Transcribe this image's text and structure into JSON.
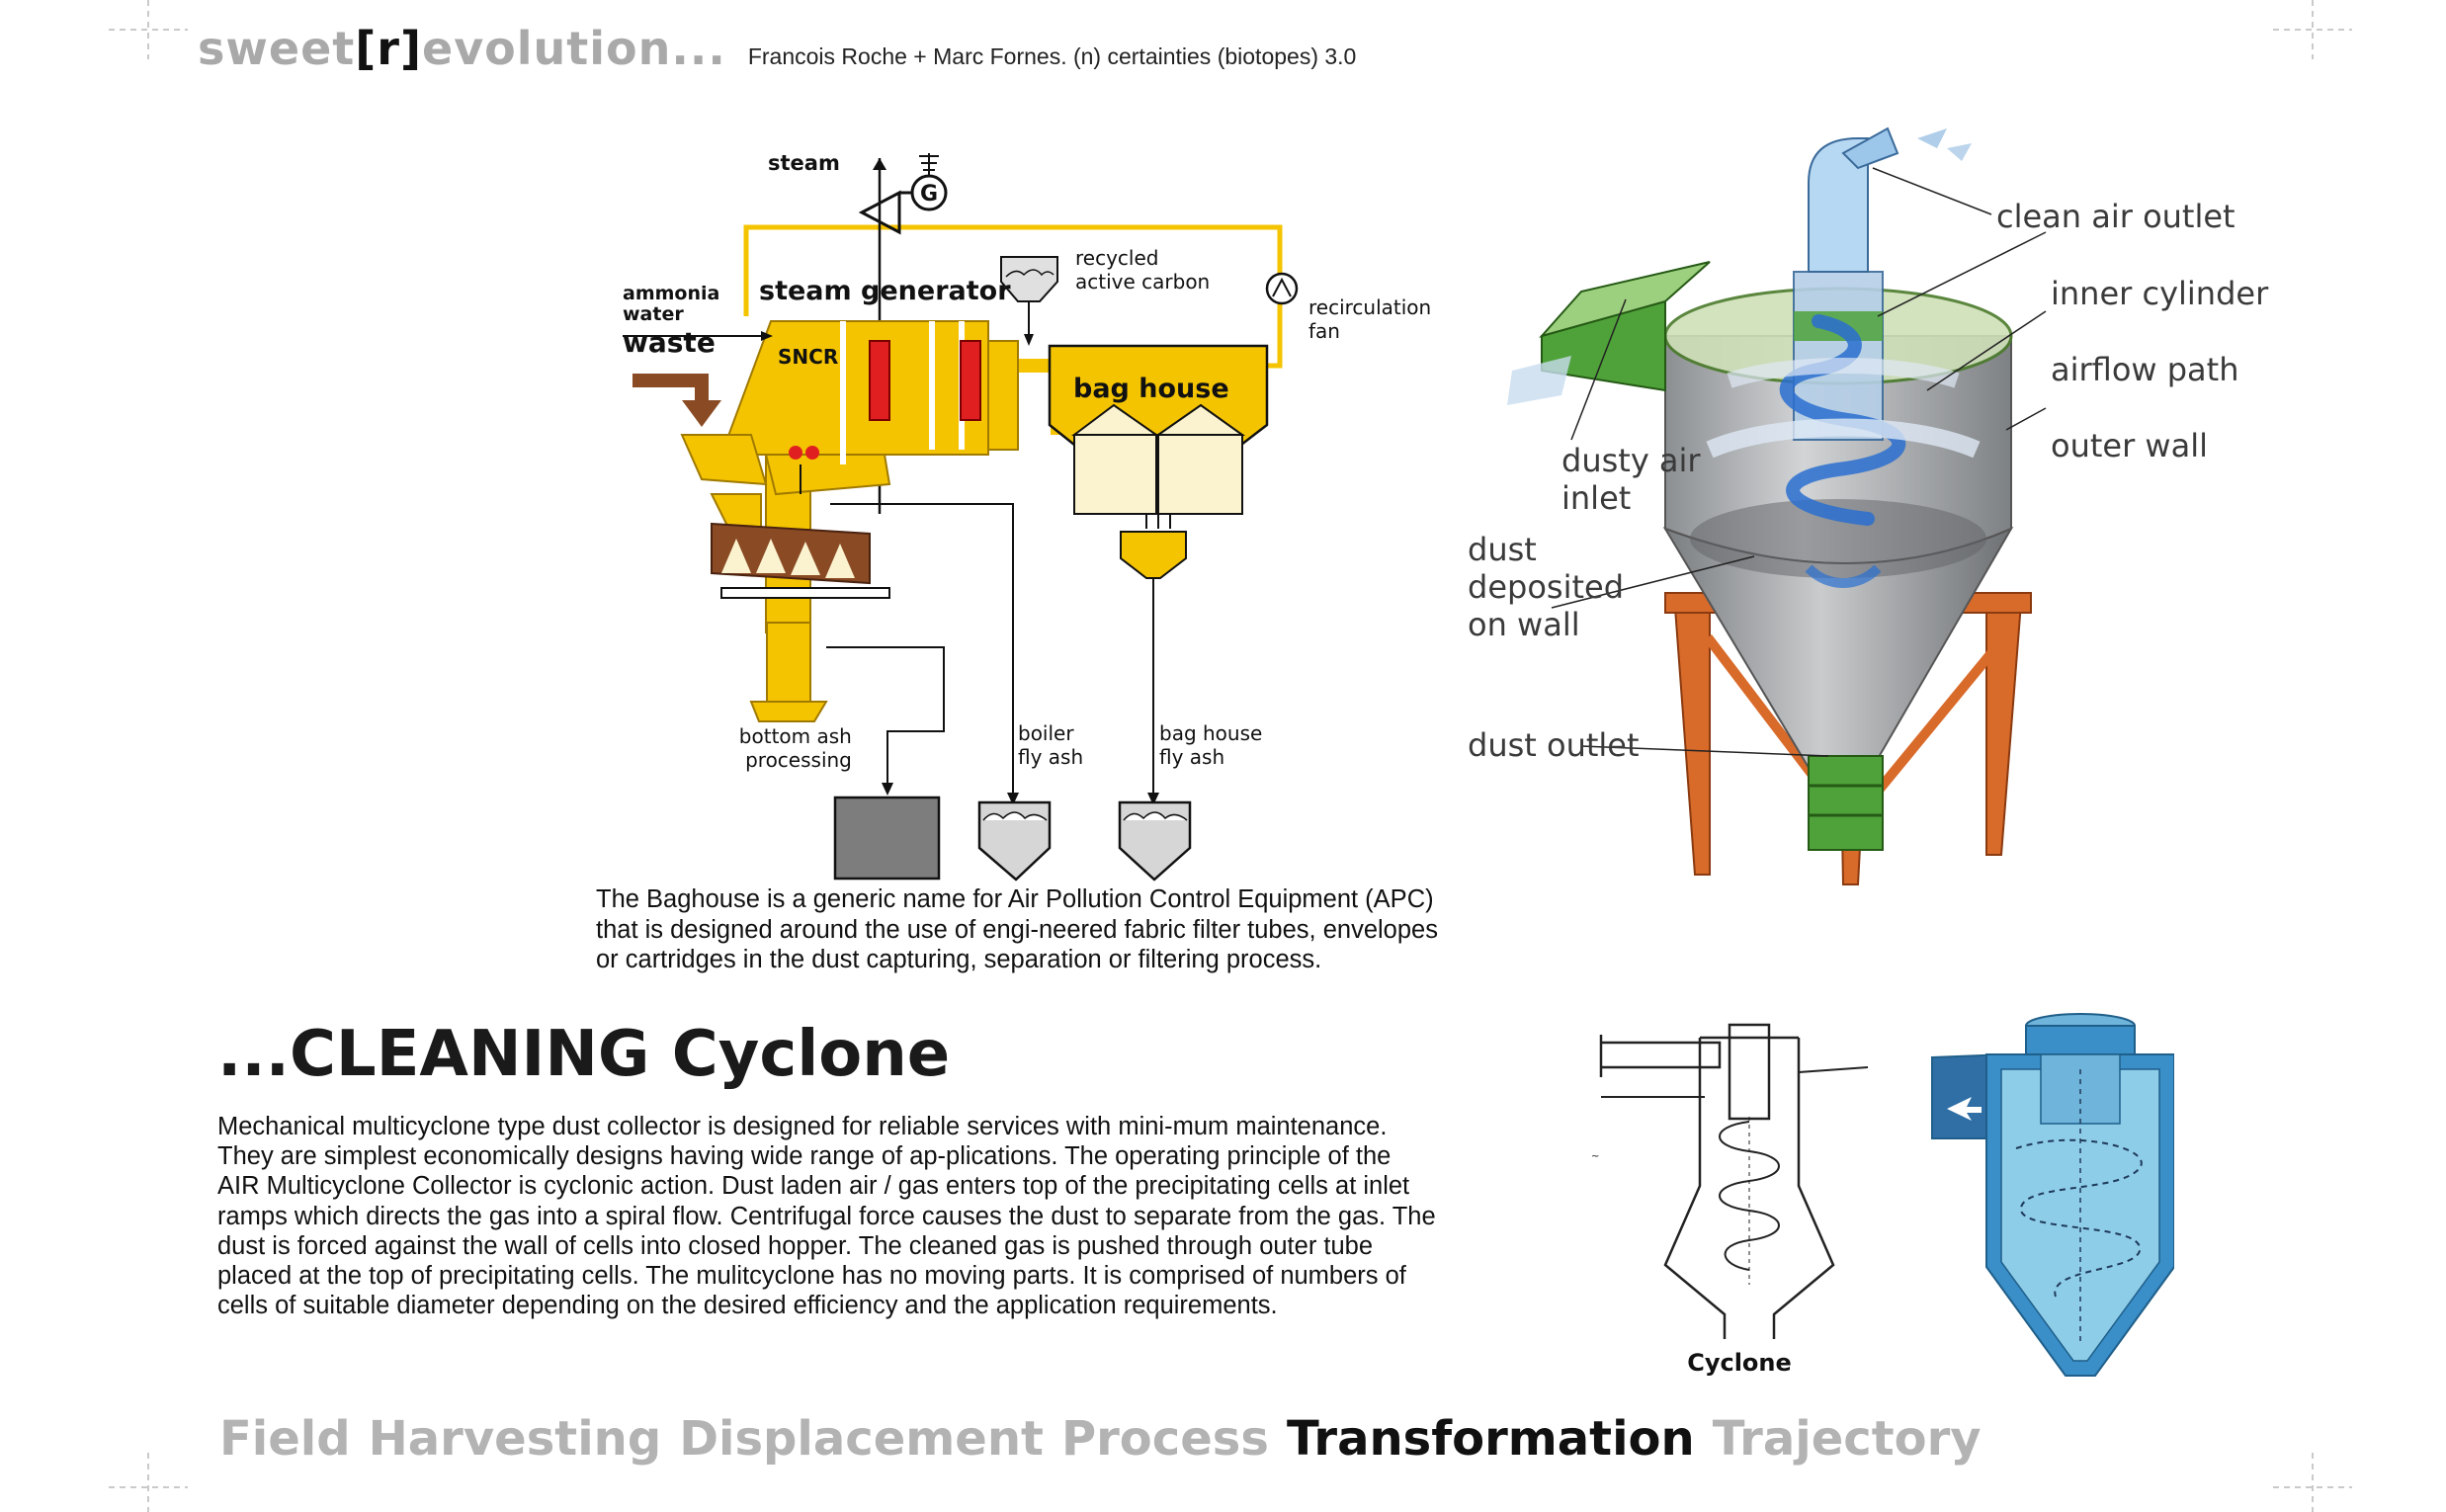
{
  "header": {
    "brand_prefix": "sweet",
    "brand_bracket": "[r]",
    "brand_suffix": "evolution...",
    "subtitle": "Francois Roche + Marc Fornes. (n) certainties (biotopes) 3.0"
  },
  "baghouse_diagram": {
    "labels": {
      "steam": "steam",
      "generator_symbol": "G",
      "recycled_carbon": [
        "recycled",
        "active carbon"
      ],
      "recirculation_fan": [
        "recirculation",
        "fan"
      ],
      "ammonia_water": [
        "ammonia",
        "water"
      ],
      "waste": "waste",
      "steam_generator": "steam generator",
      "sncr": "SNCR",
      "bag_house": "bag house",
      "bottom_ash": [
        "bottom ash",
        "processing"
      ],
      "boiler_fly_ash": [
        "boiler",
        "fly ash"
      ],
      "bag_house_fly_ash": [
        "bag house",
        "fly ash"
      ]
    },
    "colors": {
      "yellow": "#f5c400",
      "brown": "#8a4a24",
      "red": "#e02020",
      "cream": "#fbf3cf",
      "grey": "#7d7d7d"
    }
  },
  "cyclone_diagram": {
    "labels": {
      "clean_air_outlet": "clean air outlet",
      "inner_cylinder": "inner cylinder",
      "airflow_path": "airflow path",
      "outer_wall": "outer wall",
      "dusty_air_inlet": [
        "dusty air",
        "inlet"
      ],
      "dust_deposited": [
        "dust",
        "deposited",
        "on wall"
      ],
      "dust_outlet": "dust outlet"
    },
    "colors": {
      "green": "#4fa23a",
      "orange": "#d86a2a",
      "blue": "#2a6fd0",
      "body": "#b6b9bc"
    }
  },
  "cyclone_schematic": {
    "label": "Cyclone"
  },
  "blue_cyclone": {
    "colors": {
      "fill": "#3a8fc8",
      "inner": "#8ecde8"
    }
  },
  "baghouse_caption": "The Baghouse is a generic name for Air Pollution Control Equipment (APC) that is designed around the use of engi-neered fabric filter tubes, envelopes or cartridges in the dust capturing, separation or filtering process.",
  "section_title": "...CLEANING Cyclone",
  "section_body": "Mechanical multicyclone type dust collector is designed for reliable services with mini-mum maintenance. They are simplest economically designs having wide range of ap-plications. The operating principle of the AIR Multicyclone Collector is cyclonic action. Dust laden air / gas enters top of the precipitating cells at inlet ramps which directs the gas into a spiral flow. Centrifugal force causes the dust to separate from the gas. The dust is forced against the wall of cells into closed hopper. The cleaned gas is pushed through outer tube placed at the top of precipitating cells. The mulitcyclone has no moving parts. It is comprised of numbers of cells of suitable diameter depending on the desired efficiency and the application requirements.",
  "footer_nav": {
    "items": [
      "Field",
      "Harvesting",
      "Displacement",
      "Process",
      "Transformation",
      "Trajectory"
    ],
    "active": "Transformation"
  }
}
